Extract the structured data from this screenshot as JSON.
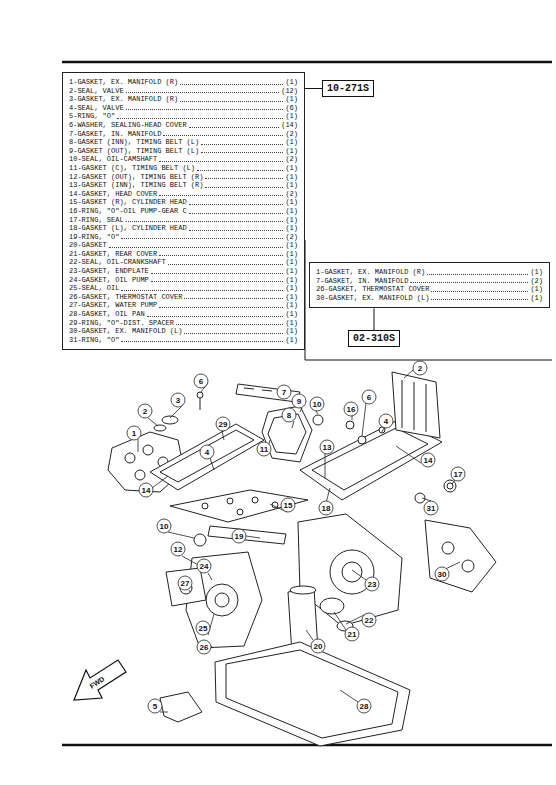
{
  "diagram": {
    "nodes": [
      {
        "text": [
          "1-GASKET, EX. MANIFOLD (R)",
          "(1)",
          "2-SEAL, VALVE",
          "(12)",
          "3-GASKET, EX. MANIFOLD (R)",
          "(1)",
          "4-SEAL, VALVE",
          "(6)",
          "5-RING, \"O\"",
          "(1)",
          "6-WASHER, SEALING-HEAD COVER",
          "(14)",
          "7-GASKET, IN. MANIFOLD",
          "(2)",
          "8-GASKET (INN), TIMING BELT (L)",
          "(1)",
          "9-GASKET (OUT), TIMING BELT (L)",
          "(1)",
          "10-SEAL, OIL-CAMSHAFT",
          "(2)",
          "11-GASKET (C), TIMING BELT (L)",
          "(1)",
          "12-GASKET (OUT), TIMING BELT (R)",
          "(1)",
          "13-GASKET (INN), TIMING BELT (R)",
          "(1)",
          "14-GASKET, HEAD COVER",
          "(2)",
          "15-GASKET (R), CYLINDER HEAD",
          "(1)",
          "16-RING, \"O\"-OIL PUMP-GEAR C",
          "(1)",
          "17-RING, SEAL",
          "(1)",
          "18-GASKET (L), CYLINDER HEAD",
          "(1)",
          "19-RING, \"O\"",
          "(2)",
          "20-GASKET",
          "(1)",
          "21-GASKET, REAR COVER",
          "(1)",
          "22-SEAL, OIL-CRANKSHAFT",
          "(1)",
          "23-GASKET, ENDPLATE",
          "(1)",
          "24-GASKET, OIL PUMP",
          "(1)",
          "25-SEAL, OIL",
          "(1)",
          "26-GASKET, THERMOSTAT COVER",
          "(1)",
          "27-GASKET, WATER PUMP",
          "(1)",
          "28-GASKET, OIL PAN",
          "(1)",
          "29-RING, \"O\"-DIST. SPACER",
          "(1)",
          "30-GASKET, EX. MANIFOLD (L)",
          "(1)",
          "31-RING, \"O\"",
          "(1)"
        ]
      },
      {
        "text": [
          "10-271S"
        ]
      },
      {
        "text": [
          "1-GASKET, EX. MANIFOLD (R)",
          "(1)",
          "7-GASKET, IN. MANIFOLD",
          "(2)",
          "26-GASKET, THERMOSTAT COVER",
          "(1)",
          "30-GASKET, EX. MANIFOLD (L)",
          "(1)"
        ]
      },
      {
        "text": [
          "02-310S"
        ]
      }
    ],
    "edges": [
      {
        "from": 0,
        "to": 1,
        "arrow": "none"
      },
      {
        "from": 2,
        "to": 3,
        "arrow": "none"
      }
    ],
    "labels": [
      "2",
      "6",
      "7",
      "3",
      "9",
      "8",
      "10",
      "16",
      "6",
      "2",
      "4",
      "1",
      "29",
      "4",
      "11",
      "13",
      "14",
      "17",
      "14",
      "15",
      "18",
      "31",
      "10",
      "12",
      "19",
      "24",
      "30",
      "23",
      "27",
      "22",
      "21",
      "25",
      "20",
      "26",
      "5",
      "28",
      "FWD"
    ]
  }
}
